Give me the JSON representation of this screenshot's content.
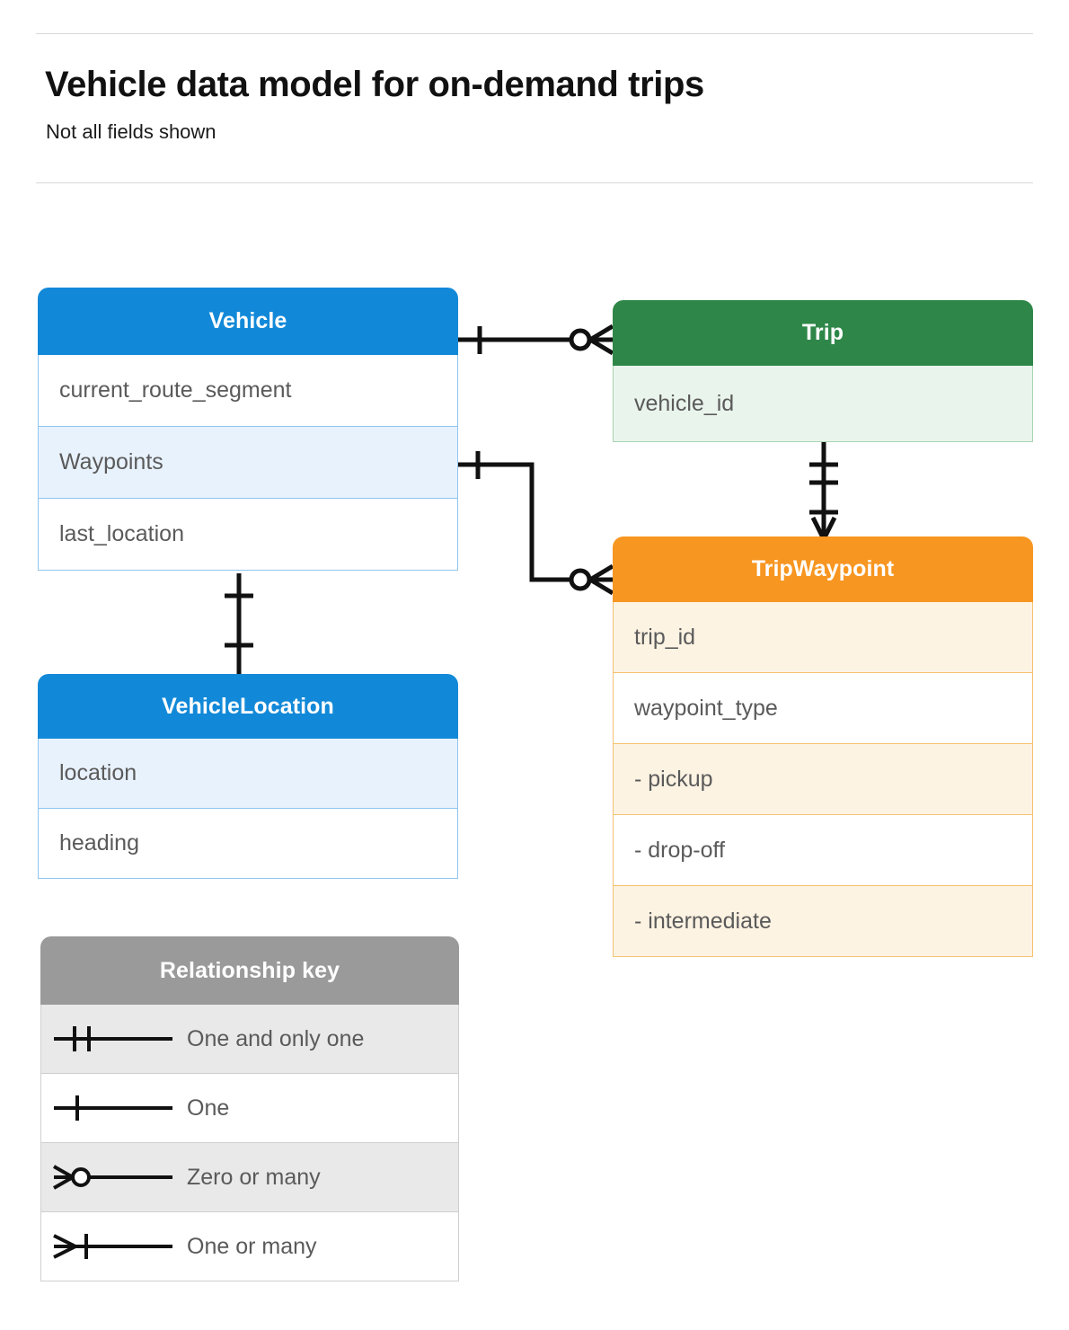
{
  "header": {
    "title": "Vehicle data model for on-demand trips",
    "subtitle": "Not all fields shown"
  },
  "colors": {
    "vehicle_blue": "#1289D8",
    "vehicle_row_alt": "#E8F2FD",
    "vehicle_border": "#8EC6F0",
    "trip_green": "#2E8748",
    "trip_row_alt": "#E9F4EC",
    "trip_border": "#A9D4B4",
    "waypoint_orange": "#F79620",
    "waypoint_row_alt": "#FDF3E3",
    "waypoint_border": "#F5C271",
    "legend_gray": "#9A9A9A",
    "legend_row_alt": "#E9E9E9",
    "field_text": "#5A5A5A",
    "connector": "#111111"
  },
  "entities": {
    "vehicle": {
      "title": "Vehicle",
      "rows": [
        {
          "label": "current_route_segment"
        },
        {
          "label": "Waypoints"
        },
        {
          "label": "last_location"
        }
      ]
    },
    "trip": {
      "title": "Trip",
      "rows": [
        {
          "label": "vehicle_id"
        }
      ]
    },
    "trip_waypoint": {
      "title": "TripWaypoint",
      "rows": [
        {
          "label": "trip_id"
        },
        {
          "label": "waypoint_type"
        },
        {
          "label": "-  pickup"
        },
        {
          "label": "-  drop-off"
        },
        {
          "label": "-  intermediate"
        }
      ]
    },
    "vehicle_location": {
      "title": "VehicleLocation",
      "rows": [
        {
          "label": "location"
        },
        {
          "label": "heading"
        }
      ]
    }
  },
  "legend": {
    "title": "Relationship key",
    "rows": [
      {
        "symbol": "one-and-only-one-symbol",
        "label": "One and only one"
      },
      {
        "symbol": "one-symbol",
        "label": "One"
      },
      {
        "symbol": "zero-or-many-symbol",
        "label": "Zero or many"
      },
      {
        "symbol": "one-or-many-symbol",
        "label": "One or many"
      }
    ]
  },
  "relationships": [
    {
      "name": "vehicle-to-trip",
      "from": "Vehicle",
      "to": "Trip",
      "from_cardinality": "One",
      "to_cardinality": "Zero or many"
    },
    {
      "name": "vehicle-waypoints-to-tripwaypoint",
      "from": "Vehicle.Waypoints",
      "to": "TripWaypoint",
      "from_cardinality": "One",
      "to_cardinality": "Zero or many"
    },
    {
      "name": "trip-to-tripwaypoint",
      "from": "Trip",
      "to": "TripWaypoint",
      "from_cardinality": "One and only one",
      "to_cardinality": "One or many"
    },
    {
      "name": "vehicle-to-vehiclelocation",
      "from": "Vehicle",
      "to": "VehicleLocation",
      "from_cardinality": "One",
      "to_cardinality": "One"
    }
  ]
}
